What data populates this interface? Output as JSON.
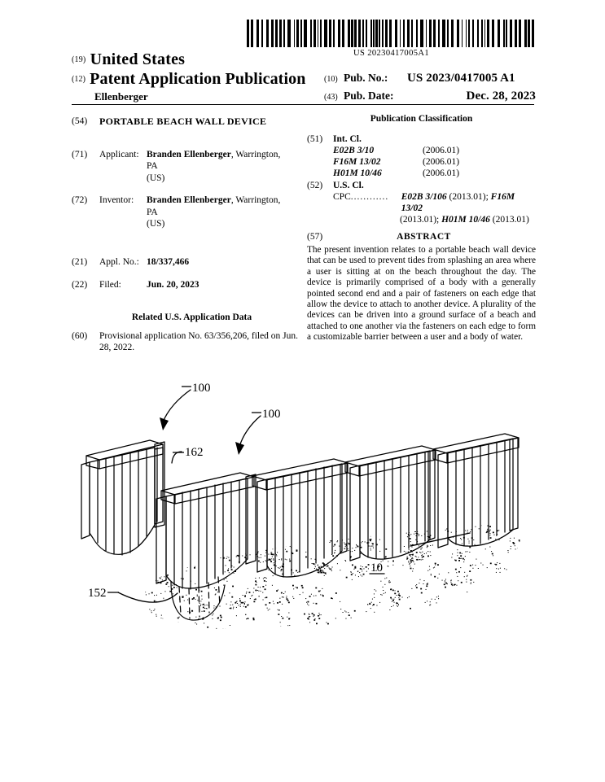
{
  "barcode": {
    "number": "US 20230417005A1",
    "pattern": "1101001011011010010110100101101101001011010010110110100101101001011011010010110100101101101001011010"
  },
  "header": {
    "code19": "(19)",
    "country": "United States",
    "code12": "(12)",
    "doctype": "Patent Application Publication",
    "author": "Ellenberger",
    "pub_no_code": "(10)",
    "pub_no_label": "Pub. No.:",
    "pub_no_value": "US 2023/0417005 A1",
    "pub_date_code": "(43)",
    "pub_date_label": "Pub. Date:",
    "pub_date_value": "Dec. 28, 2023"
  },
  "left": {
    "title_code": "(54)",
    "title": "PORTABLE BEACH WALL DEVICE",
    "applicant_code": "(71)",
    "applicant_label": "Applicant:",
    "applicant_name": "Branden Ellenberger",
    "applicant_rest": ", Warrington, PA",
    "applicant_line2": "(US)",
    "inventor_code": "(72)",
    "inventor_label": "Inventor:",
    "inventor_name": "Branden Ellenberger",
    "inventor_rest": ", Warrington, PA",
    "inventor_line2": "(US)",
    "appl_code": "(21)",
    "appl_label": "Appl. No.:",
    "appl_value": "18/337,466",
    "filed_code": "(22)",
    "filed_label": "Filed:",
    "filed_value": "Jun. 20, 2023",
    "related_heading": "Related U.S. Application Data",
    "prov_code": "(60)",
    "prov_text": "Provisional application No. 63/356,206, filed on Jun. 28, 2022."
  },
  "right": {
    "pubclass_heading": "Publication Classification",
    "intcl_code": "(51)",
    "intcl_label": "Int. Cl.",
    "intcl_rows": [
      {
        "cls": "E02B 3/10",
        "year": "(2006.01)"
      },
      {
        "cls": "F16M 13/02",
        "year": "(2006.01)"
      },
      {
        "cls": "H01M 10/46",
        "year": "(2006.01)"
      }
    ],
    "uscl_code": "(52)",
    "uscl_label": "U.S. Cl.",
    "cpc_label": "CPC",
    "cpc_dots": "............",
    "cpc_value_1": "E02B 3/106",
    "cpc_value_1_suffix": " (2013.01); ",
    "cpc_value_2": "F16M 13/02",
    "cpc_cont_prefix": "(2013.01); ",
    "cpc_value_3": "H01M 10/46",
    "cpc_cont_suffix": " (2013.01)",
    "abstract_code": "(57)",
    "abstract_heading": "ABSTRACT",
    "abstract_text": "The present invention relates to a portable beach wall device that can be used to prevent tides from splashing an area where a user is sitting at on the beach throughout the day. The device is primarily comprised of a body with a generally pointed second end and a pair of fasteners on each edge that allow the device to attach to another device. A plurality of the devices can be driven into a ground surface of a beach and attached to one another via the fasteners on each edge to form a customizable barrier between a user and a body of water."
  },
  "figure": {
    "labels": [
      {
        "id": "ref-100-left",
        "text": "100"
      },
      {
        "id": "ref-100-right",
        "text": "100"
      },
      {
        "id": "ref-162",
        "text": "162"
      },
      {
        "id": "ref-152",
        "text": "152"
      },
      {
        "id": "ref-10",
        "text": "10"
      }
    ],
    "ref_100_left": "100",
    "ref_100_right": "100",
    "ref_162": "162",
    "ref_152": "152",
    "ref_10": "10"
  }
}
